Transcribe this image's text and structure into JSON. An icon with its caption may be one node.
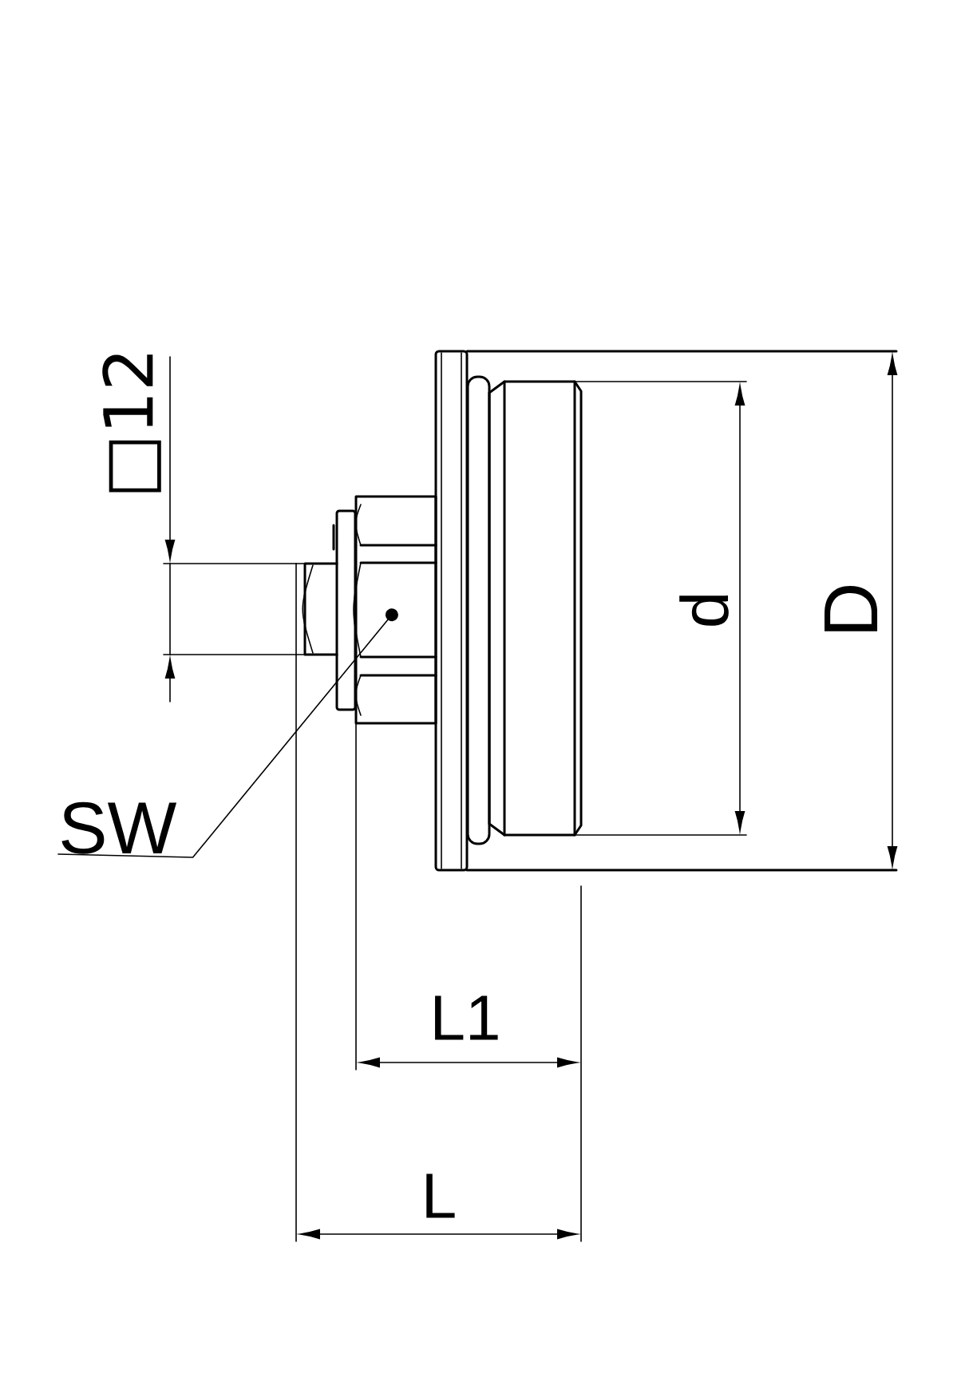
{
  "diagram": {
    "nodes": [
      {
        "text": [
          "SW"
        ]
      },
      {
        "text": [],
        "shape": "box"
      }
    ],
    "edges": [
      {
        "from": 0,
        "to": 1,
        "arrow": "other"
      }
    ],
    "labels": [
      "□12",
      "d",
      "D",
      "L1",
      "L"
    ]
  }
}
